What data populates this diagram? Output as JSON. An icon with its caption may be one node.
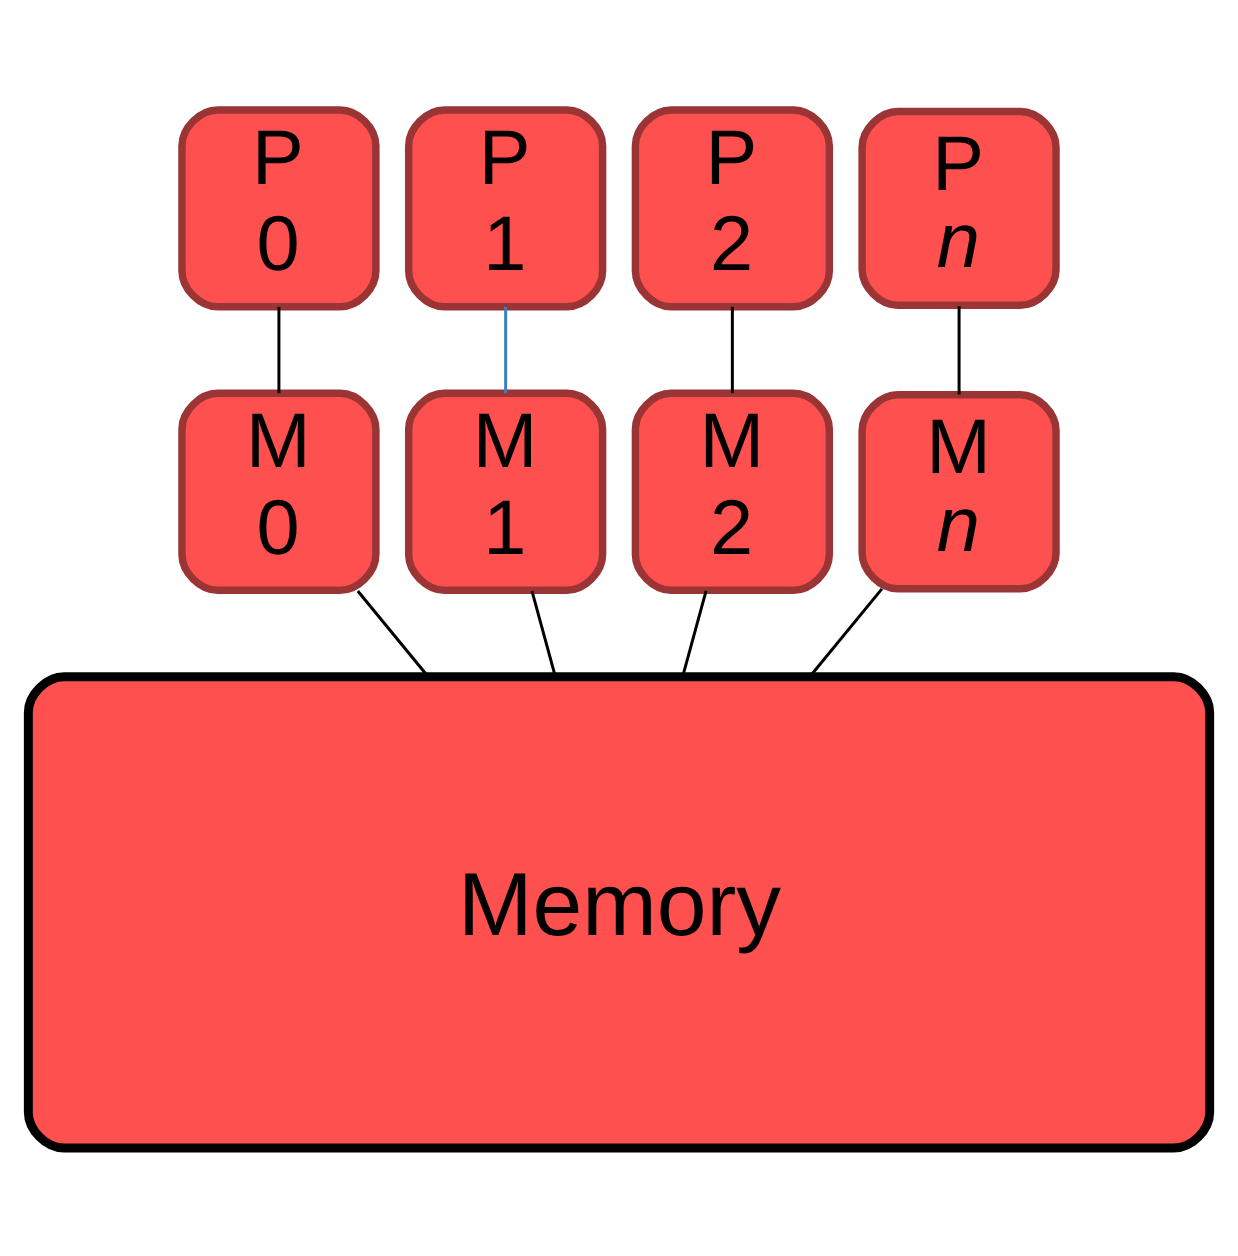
{
  "diagram": {
    "nodes": [
      {
        "text": [
          "P 0"
        ]
      },
      {
        "text": [
          "P 1"
        ]
      },
      {
        "text": [
          "P 2"
        ]
      },
      {
        "text": [
          "P *n*"
        ]
      },
      {
        "text": [
          "M 0"
        ]
      },
      {
        "text": [
          "M 1"
        ]
      },
      {
        "text": [
          "M 2"
        ]
      },
      {
        "text": [
          "M *n*"
        ]
      },
      {
        "text": [
          "Memory"
        ]
      }
    ],
    "edges": [
      {
        "from": 0,
        "to": 4,
        "arrow": "none"
      },
      {
        "from": 1,
        "to": 5,
        "arrow": "none",
        "color": "#3a7fc4"
      },
      {
        "from": 2,
        "to": 6,
        "arrow": "none"
      },
      {
        "from": 3,
        "to": 7,
        "arrow": "none"
      },
      {
        "from": 4,
        "to": 8,
        "arrow": "none"
      },
      {
        "from": 5,
        "to": 8,
        "arrow": "none"
      },
      {
        "from": 6,
        "to": 8,
        "arrow": "none"
      },
      {
        "from": 7,
        "to": 8,
        "arrow": "none"
      }
    ]
  }
}
